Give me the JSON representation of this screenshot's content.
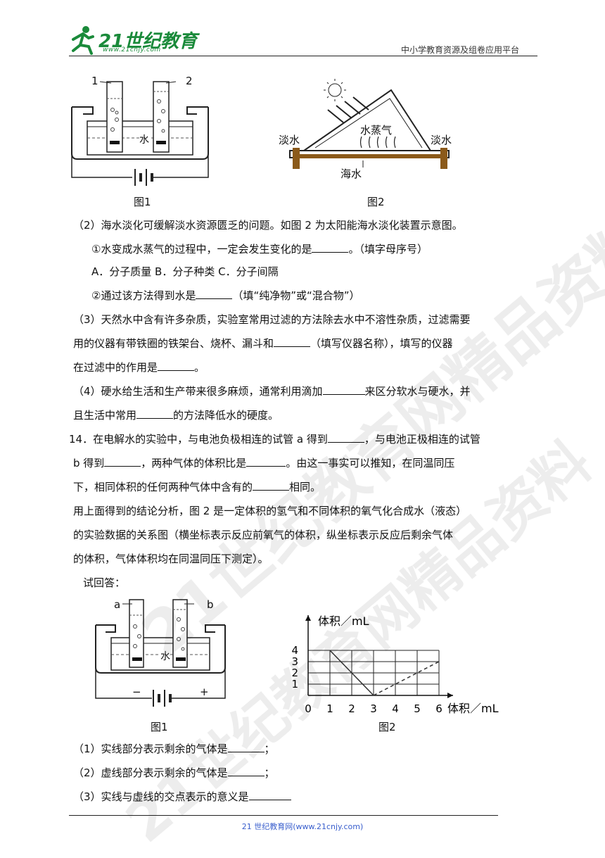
{
  "header": {
    "logo_main": "21世纪教育",
    "logo_url": "www.21cnjy.com",
    "tagline": "中小学教育资源及组卷应用平台"
  },
  "fig_top": {
    "fig1_caption": "图1",
    "fig1_label_1": "1",
    "fig1_label_2": "2",
    "fig1_water": "水",
    "fig2_caption": "图2",
    "fig2_fresh_left": "淡水",
    "fig2_fresh_right": "淡水",
    "fig2_vapor": "水蒸气",
    "fig2_sea": "海水"
  },
  "q2": {
    "intro": "（2）海水淡化可缓解淡水资源匮乏的问题。如图 2 为太阳能海水淡化装置示意图。",
    "sub1_pre": "①水变成水蒸气的过程中，一定会发生变化的是",
    "sub1_post": "。（填字母序号）",
    "options": "A．分子质量 B．分子种类 C．分子间隔",
    "sub2_pre": "②通过该方法得到水是",
    "sub2_post": "（填“纯净物”或“混合物”）"
  },
  "q3": {
    "line1": "（3）天然水中含有许多杂质，实验室常用过滤的方法除去水中不溶性杂质，过滤需要",
    "line2_pre": "用的仪器有带铁圈的铁架台、烧杯、漏斗和",
    "line2_post": "（填写仪器名称），填写的仪器",
    "line3_pre": "在过滤中的作用是",
    "line3_post": "。"
  },
  "q4": {
    "line1_pre": "（4）硬水给生活和生产带来很多麻烦，通常利用滴加",
    "line1_post": "来区分软水与硬水，并",
    "line2_pre": "且生活中常用",
    "line2_post": "的方法降低水的硬度。"
  },
  "q14": {
    "line1_pre": "14．在电解水的实验中，与电池负极相连的试管 a 得到",
    "line1_post": "，与电池正极相连的试管",
    "line2_a": "b 得到",
    "line2_b": "，两种气体的体积比是",
    "line2_c": "。由这一事实可以推知，在同温同压",
    "line3_pre": "下，相同体积的任何两种气体中含有的",
    "line3_post": "相同。",
    "line4": "用上面得到的结论分析，图 2 是一定体积的氢气和不同体积的氧气化合成水（液态）",
    "line5": "的实验数据的关系图（横坐标表示反应前氧气的体积，纵坐标表示反应后剩余气体",
    "line6": "的体积，气体体积均在同温同压下测定）。",
    "try": "试回答："
  },
  "fig_bottom": {
    "fig1_caption": "图1",
    "fig1_label_a": "a",
    "fig1_label_b": "b",
    "fig1_water": "水",
    "fig1_minus": "−",
    "fig1_plus": "+",
    "fig2_caption": "图2"
  },
  "chart_data": {
    "type": "line",
    "ylabel": "体积／mL",
    "xlabel": "体积／mL",
    "x_ticks": [
      "0",
      "1",
      "2",
      "3",
      "4",
      "5",
      "6"
    ],
    "y_ticks": [
      "1",
      "2",
      "3",
      "4"
    ],
    "xlim": [
      0,
      6
    ],
    "ylim": [
      0,
      4
    ],
    "grid": true,
    "series": [
      {
        "style": "solid",
        "x": [
          1,
          3
        ],
        "y": [
          4,
          0
        ]
      },
      {
        "style": "dashed",
        "x": [
          3,
          6
        ],
        "y": [
          0,
          3
        ]
      }
    ]
  },
  "answers": {
    "a1_pre": "（1）实线部分表示剩余的气体是",
    "a1_post": "；",
    "a2_pre": "（2）虚线部分表示剩余的气体是",
    "a2_post": "；",
    "a3_pre": "（3）实线与虚线的交点表示的意义是"
  },
  "watermarks": {
    "w1": "21世纪教育网精品资料",
    "w2": "21世纪教育网精品资料"
  },
  "footer": {
    "text": "21 世纪教育网(www.21cnjy.com)"
  }
}
